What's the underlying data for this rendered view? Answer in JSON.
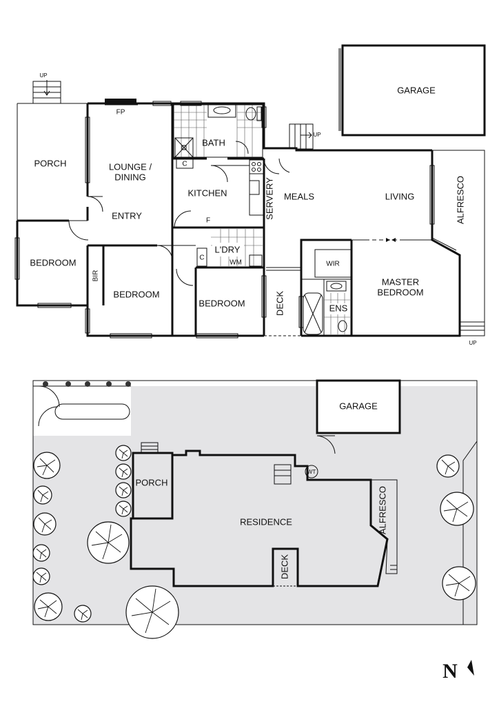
{
  "floor_plan": {
    "rooms": {
      "garage": "GARAGE",
      "porch": "PORCH",
      "lounge_1": "LOUNGE /",
      "lounge_2": "DINING",
      "fp": "FP",
      "bath": "BATH",
      "c_bath": "C",
      "kitchen": "KITCHEN",
      "f": "F",
      "entry": "ENTRY",
      "servery": "SERVERY",
      "meals": "MEALS",
      "living": "LIVING",
      "alfresco": "ALFRESCO",
      "bedroom_w": "BEDROOM",
      "bir": "BIR",
      "bedroom_mid": "BEDROOM",
      "bedroom_e": "BEDROOM",
      "ldry": "L'DRY",
      "c_ldry": "C",
      "wm": "WM",
      "deck": "DECK",
      "wir": "WIR",
      "master_1": "MASTER",
      "master_2": "BEDROOM",
      "ens": "ENS"
    },
    "up_labels": [
      "UP",
      "UP",
      "UP"
    ]
  },
  "site_plan": {
    "garage": "GARAGE",
    "porch": "PORCH",
    "residence": "RESIDENCE",
    "alfresco": "ALFRESCO",
    "deck": "DECK",
    "wt": "WT"
  },
  "compass": {
    "label": "N"
  }
}
